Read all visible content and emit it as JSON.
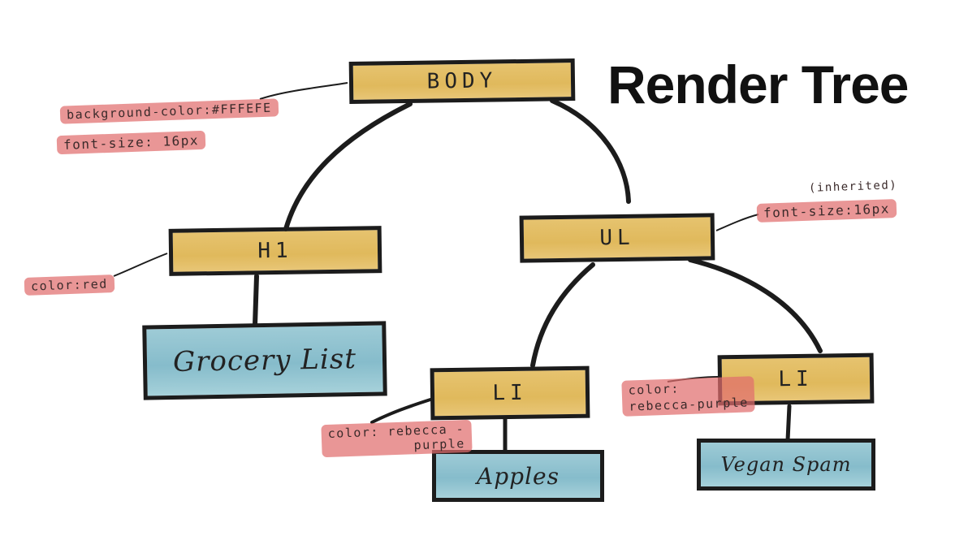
{
  "title": "Render Tree",
  "nodes": {
    "body": {
      "label": "BODY"
    },
    "h1": {
      "label": "H1"
    },
    "ul": {
      "label": "UL"
    },
    "li_left": {
      "label": "LI"
    },
    "li_right": {
      "label": "LI"
    },
    "text_grocery": {
      "label": "Grocery List"
    },
    "text_apples": {
      "label": "Apples"
    },
    "text_vegan": {
      "label": "Vegan Spam"
    }
  },
  "styles": {
    "body_bg": "background-color:#FFFEFE",
    "body_font": "font-size: 16px",
    "h1_color": "color:red",
    "ul_inherited": "(inherited)",
    "ul_font": "font-size:16px",
    "li_left_color_1": "color: rebecca -",
    "li_left_color_2": "purple",
    "li_right_color_1": "color:",
    "li_right_color_2": "rebecca-purple"
  },
  "colors": {
    "element_fill": "#e0b95c",
    "text_fill": "#86bccb",
    "style_highlight": "#e16e6e",
    "ink": "#1c1c1c"
  }
}
